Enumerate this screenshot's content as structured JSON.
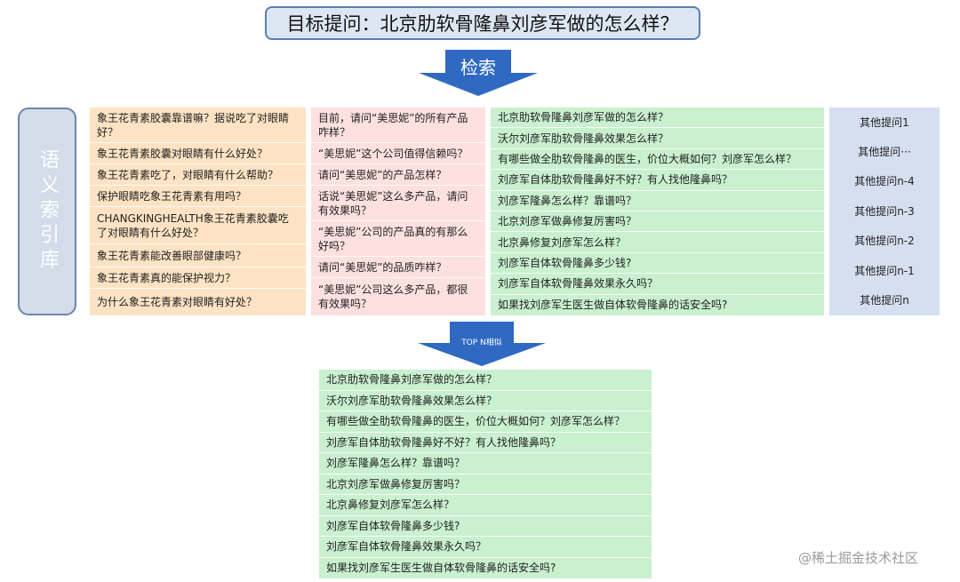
{
  "title": "目标提问：北京肋软骨隆鼻刘彦军做的怎么样？",
  "retrieve_label": "检索",
  "side_label": "语义索引库",
  "topn_label": "TOP N相似",
  "columns": {
    "orange": [
      "象王花青素胶囊靠谱嘛？据说吃了对眼睛好？",
      "象王花青素胶囊对眼睛有什么好处？",
      "象王花青素吃了，对眼睛有什么帮助？",
      "保护眼睛吃象王花青素有用吗？",
      "CHANGKINGHEALTH象王花青素胶囊吃了对眼睛有什么好处？",
      "象王花青素能改善眼部健康吗？",
      "象王花青素真的能保护视力？",
      "为什么象王花青素对眼睛有好处？"
    ],
    "pink": [
      "目前，请问“美思妮”的所有产品咋样？",
      "“美思妮”这个公司值得信赖吗？",
      "请问“美思妮”的产品怎样？",
      "话说“美思妮”这么多产品，请问有效果吗？",
      "“美思妮”公司的产品真的有那么好吗？",
      "请问“美思妮”的品质咋样？",
      "“美思妮”公司这么多产品，都很有效果吗？"
    ],
    "green": [
      "北京肋软骨隆鼻刘彦军做的怎么样？",
      "沃尔刘彦军肋软骨隆鼻效果怎么样？",
      "有哪些做全肋软骨隆鼻的医生，价位大概如何？刘彦军怎么样？",
      "刘彦军自体肋软骨隆鼻好不好？有人找他隆鼻吗？",
      "刘彦军隆鼻怎么样？靠谱吗？",
      "北京刘彦军做鼻修复厉害吗？",
      "北京鼻修复刘彦军怎么样？",
      "刘彦军自体软骨隆鼻多少钱?",
      "刘彦军自体软骨隆鼻效果永久吗？",
      "如果找刘彦军生医生做自体软骨隆鼻的话安全吗?"
    ],
    "blue": [
      "其他提问1",
      "其他提问···",
      "其他提问n-4",
      "其他提问n-3",
      "其他提问n-2",
      "其他提问n-1",
      "其他提问n"
    ]
  },
  "results": [
    "北京肋软骨隆鼻刘彦军做的怎么样？",
    "沃尔刘彦军肋软骨隆鼻效果怎么样？",
    "有哪些做全肋软骨隆鼻的医生，价位大概如何？刘彦军怎么样？",
    "刘彦军自体肋软骨隆鼻好不好？有人找他隆鼻吗？",
    "刘彦军隆鼻怎么样？靠谱吗？",
    "北京刘彦军做鼻修复厉害吗？",
    "北京鼻修复刘彦军怎么样？",
    "刘彦军自体软骨隆鼻多少钱?",
    "刘彦军自体软骨隆鼻效果永久吗？",
    "如果找刘彦军生医生做自体软骨隆鼻的话安全吗?"
  ],
  "watermark": "@稀土掘金技术社区",
  "colors": {
    "title_bg": "#dde7f3",
    "arrow": "#2f69c2",
    "orange": "#fde3c4",
    "pink": "#fde0e0",
    "green": "#c9f0cf",
    "blue": "#d6dff0",
    "side": "#d4dcea"
  }
}
